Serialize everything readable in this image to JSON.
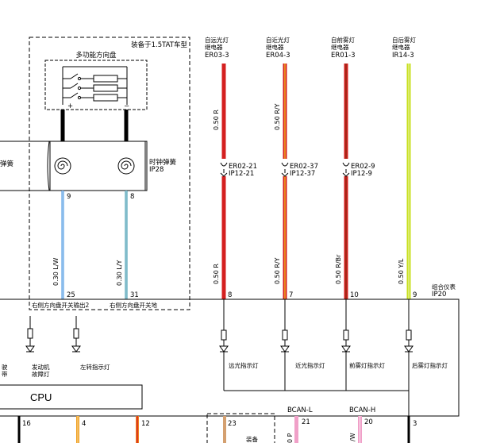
{
  "option_box": {
    "label": "装备于1.5TAT车型"
  },
  "switch": {
    "label": "多功能方向盘",
    "plus": "+",
    "minus": "−"
  },
  "clockspring": {
    "left_label": "弹簧",
    "label_line1": "时钟弹簧",
    "label_line2": "IP28",
    "pin_left": "9",
    "pin_right": "8"
  },
  "wires": {
    "w1": {
      "spec": "0.30 L/W",
      "pin": "25"
    },
    "w2": {
      "spec": "0.30 L/Y",
      "pin": "31"
    }
  },
  "relays": [
    {
      "name": "自远光灯",
      "type": "继电器",
      "code": "ER03-3",
      "wire_top": "0.50 R",
      "conn1": "ER02-21",
      "conn2": "IP12-21",
      "wire_bottom": "0.50 R",
      "pin": "8",
      "lamp": "远光指示灯",
      "color": "#d42020"
    },
    {
      "name": "自近光灯",
      "type": "继电器",
      "code": "ER04-3",
      "wire_top": "0.50 R/Y",
      "conn1": "ER02-37",
      "conn2": "IP12-37",
      "wire_bottom": "0.50 R/Y",
      "pin": "7",
      "lamp": "近光指示灯",
      "color": "#d42020"
    },
    {
      "name": "自前雾灯",
      "type": "继电器",
      "code": "ER01-3",
      "wire_top": "",
      "conn1": "ER02-9",
      "conn2": "IP12-9",
      "wire_bottom": "0.50 R/Br",
      "pin": "10",
      "lamp": "前雾灯指示灯",
      "color": "#d42020"
    },
    {
      "name": "自后雾灯",
      "type": "继电器",
      "code": "IR14-3",
      "wire_top": "",
      "conn1": "",
      "conn2": "",
      "wire_bottom": "0.50 Y/L",
      "pin": "9",
      "lamp": "后雾灯指示灯",
      "color": "#c8e020"
    }
  ],
  "cluster": {
    "label_line1": "组合仪表",
    "label_line2": "IP20",
    "switch_input_left": "右侧方向盘开关输出2",
    "switch_input_right": "右侧方向盘开关地",
    "lamp_left_stub_1": "驶",
    "lamp_left_stub_2": "带",
    "engine_lamp_1": "发动机",
    "engine_lamp_2": "故障灯",
    "turn_lamp": "左转指示灯",
    "cpu": "CPU"
  },
  "bottom": {
    "pins": [
      "16",
      "4",
      "12",
      "23",
      "21",
      "20",
      "3"
    ],
    "bcan_l": "BCAN-L",
    "bcan_h": "BCAN-H",
    "box_label": "装备",
    "wire_p": "0 P",
    "wire_vw": "/W"
  }
}
